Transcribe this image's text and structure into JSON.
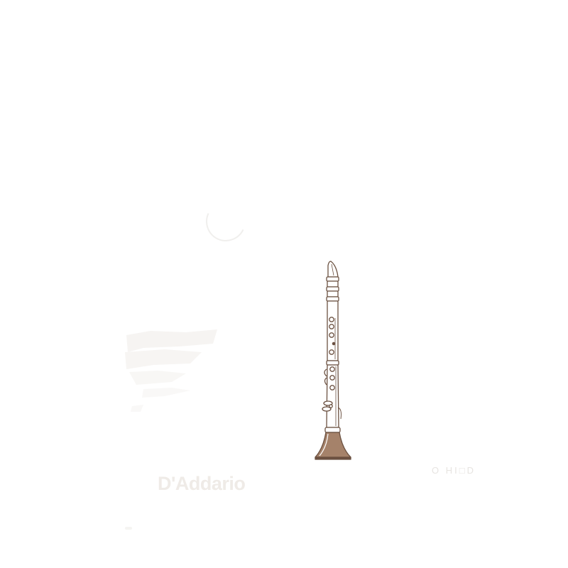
{
  "image": {
    "subject": "clarinet-illustration",
    "background_color": "#ffffff",
    "line_color": "#6b5141",
    "bell_fill_color": "#a5826a",
    "logo_color": "#efebe7"
  },
  "brand": {
    "logo_text": "D'Addario"
  },
  "faint_text": {
    "code": "O HI□D"
  }
}
